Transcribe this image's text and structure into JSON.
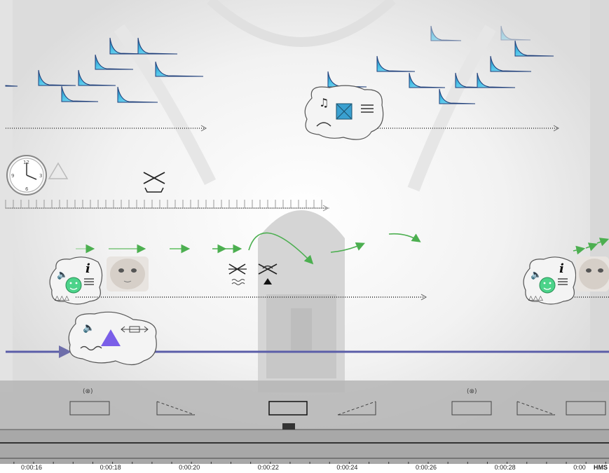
{
  "timeline": {
    "ticks": [
      {
        "label": "0:00:16",
        "t": 16
      },
      {
        "label": "0:00:18",
        "t": 18
      },
      {
        "label": "0:00:20",
        "t": 20
      },
      {
        "label": "0:00:22",
        "t": 22
      },
      {
        "label": "0:00:24",
        "t": 24
      },
      {
        "label": "0:00:26",
        "t": 26
      },
      {
        "label": "0:00:28",
        "t": 28
      },
      {
        "label": "0:00",
        "t": 30
      }
    ],
    "unit_label": "HMS"
  },
  "colors": {
    "envelope_blue": "#4cb8dc",
    "envelope_edge": "#1f3f7a",
    "green_arrow": "#4caf50",
    "purple_line": "#5b5ea8",
    "violet_triangle": "#7a5ee8",
    "teal_box": "#3aa0d0",
    "face_green": "#4cd38a"
  },
  "icons": {
    "clock": "clock-icon",
    "face": "baby-face-photo",
    "info": "info-icon",
    "speaker": "speaker-icon",
    "note": "music-note-icon",
    "mute": "mute-cross-icon",
    "text": "text-lines-icon"
  },
  "labels": {
    "small_x_1": "(⊗)",
    "small_x_2": "(⊗)"
  }
}
